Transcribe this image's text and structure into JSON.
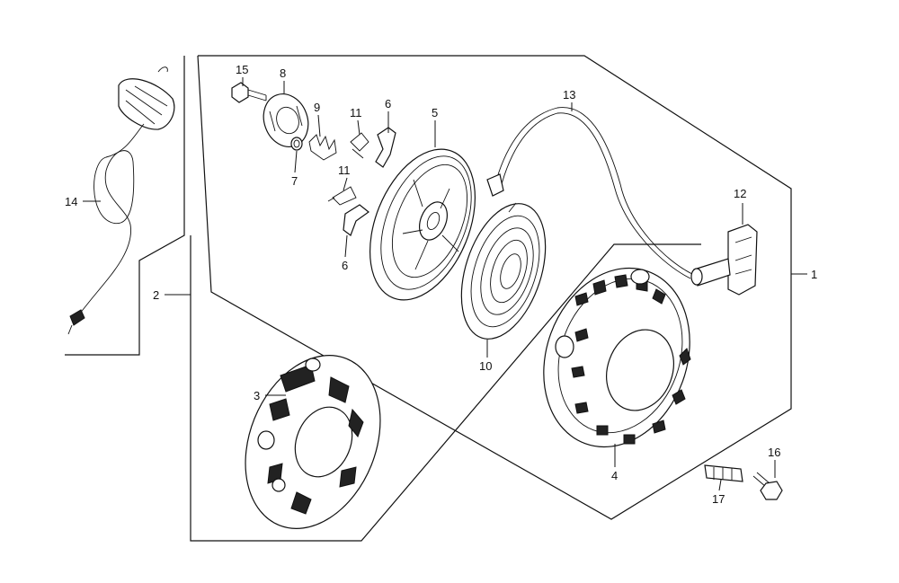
{
  "diagram": {
    "callouts": [
      {
        "id": "p1",
        "text": "1"
      },
      {
        "id": "p2",
        "text": "2"
      },
      {
        "id": "p3",
        "text": "3"
      },
      {
        "id": "p4",
        "text": "4"
      },
      {
        "id": "p5",
        "text": "5"
      },
      {
        "id": "p6a",
        "text": "6"
      },
      {
        "id": "p6b",
        "text": "6"
      },
      {
        "id": "p7",
        "text": "7"
      },
      {
        "id": "p8",
        "text": "8"
      },
      {
        "id": "p9",
        "text": "9"
      },
      {
        "id": "p10",
        "text": "10"
      },
      {
        "id": "p11a",
        "text": "11"
      },
      {
        "id": "p11b",
        "text": "11"
      },
      {
        "id": "p12",
        "text": "12"
      },
      {
        "id": "p13",
        "text": "13"
      },
      {
        "id": "p14",
        "text": "14"
      },
      {
        "id": "p15",
        "text": "15"
      },
      {
        "id": "p16",
        "text": "16"
      },
      {
        "id": "p17",
        "text": "17"
      }
    ]
  }
}
